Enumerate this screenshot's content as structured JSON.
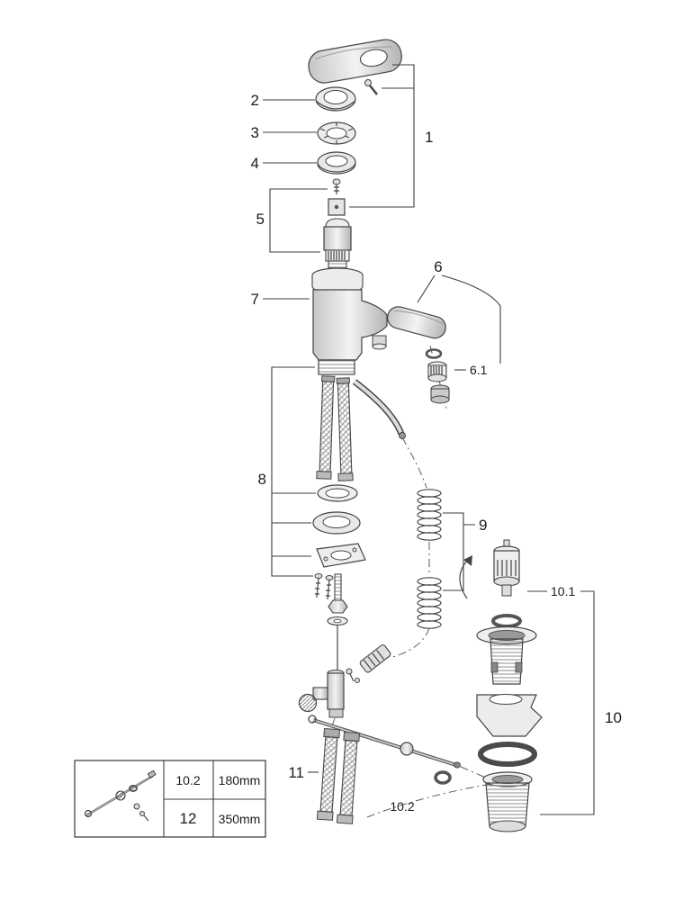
{
  "diagram": {
    "type": "exploded-parts-diagram",
    "line_color": "#3c3c3c",
    "background_color": "#ffffff",
    "part_labels": {
      "p1": "1",
      "p2": "2",
      "p3": "3",
      "p4": "4",
      "p5": "5",
      "p6": "6",
      "p6_1": "6.1",
      "p7": "7",
      "p8": "8",
      "p9": "9",
      "p10": "10",
      "p10_1": "10.1",
      "p10_2": "10.2",
      "p11": "11"
    },
    "size_table": {
      "rows": [
        {
          "part": "10.2",
          "length": "180mm"
        },
        {
          "part": "12",
          "length": "350mm"
        }
      ]
    }
  }
}
